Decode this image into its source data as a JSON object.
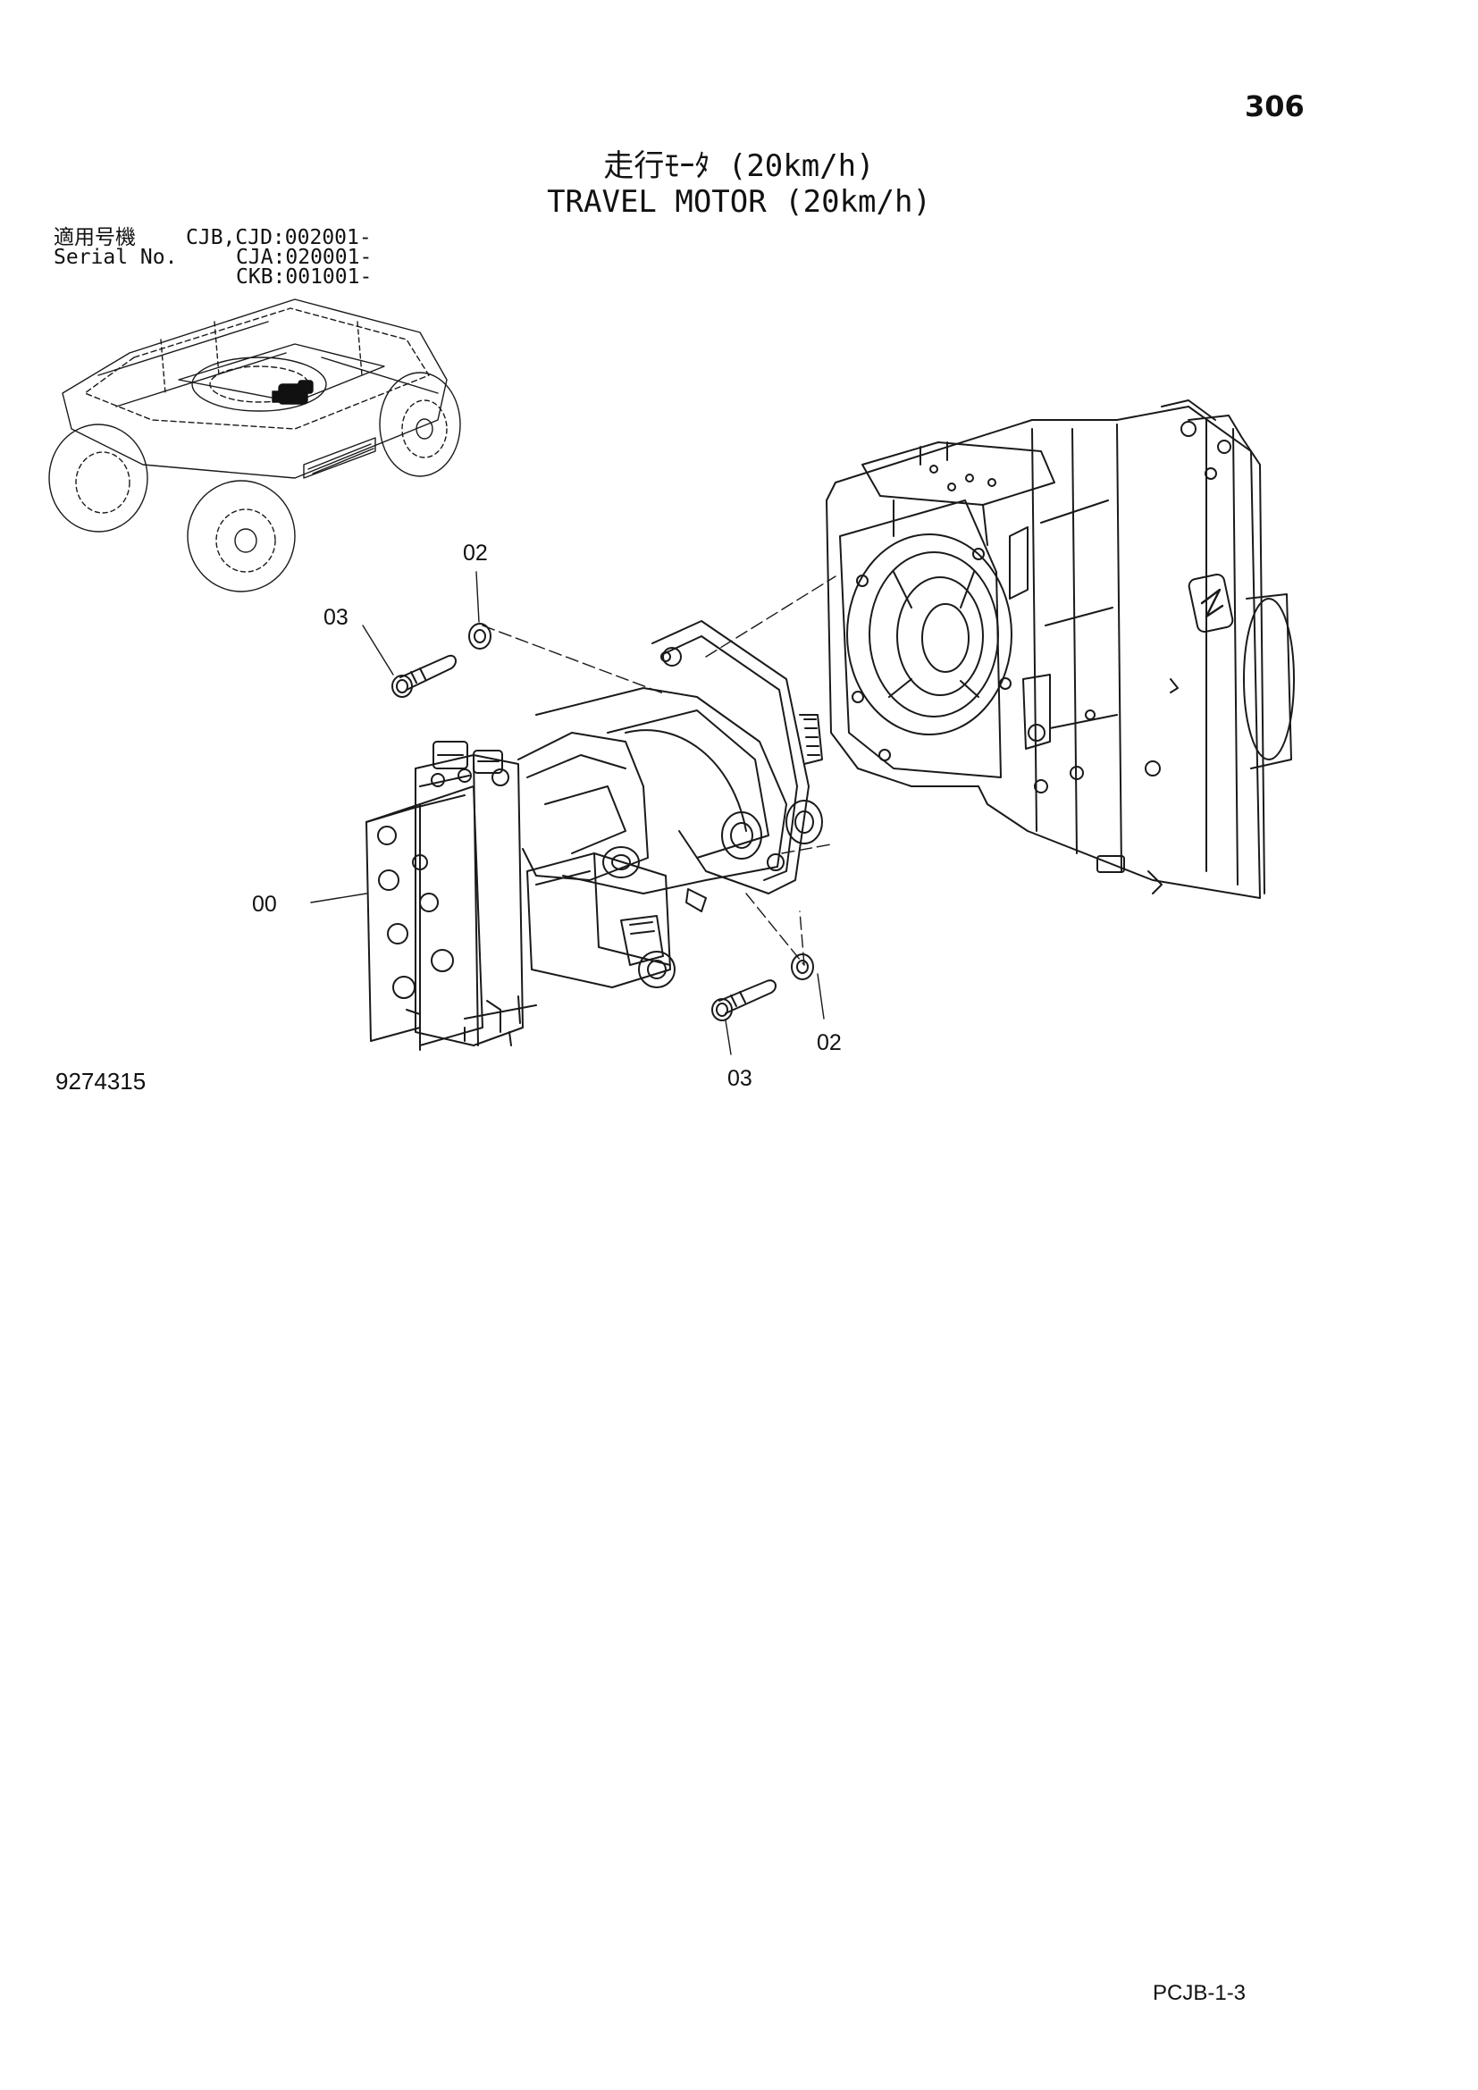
{
  "header": {
    "page_number": "306",
    "title_ja": "走行ﾓｰﾀ (20km/h)",
    "title_en": "TRAVEL MOTOR (20km/h)"
  },
  "serial": {
    "label_ja": "適用号機",
    "label_en": "Serial No.",
    "values": [
      "CJB,CJD:002001-",
      "CJA:020001-",
      "CKB:001001-"
    ]
  },
  "callouts": {
    "c00": "00",
    "c02_top": "02",
    "c03_top": "03",
    "c02_bottom": "02",
    "c03_bottom": "03"
  },
  "footer": {
    "drawing_number": "9274315",
    "page_code": "PCJB-1-3"
  }
}
